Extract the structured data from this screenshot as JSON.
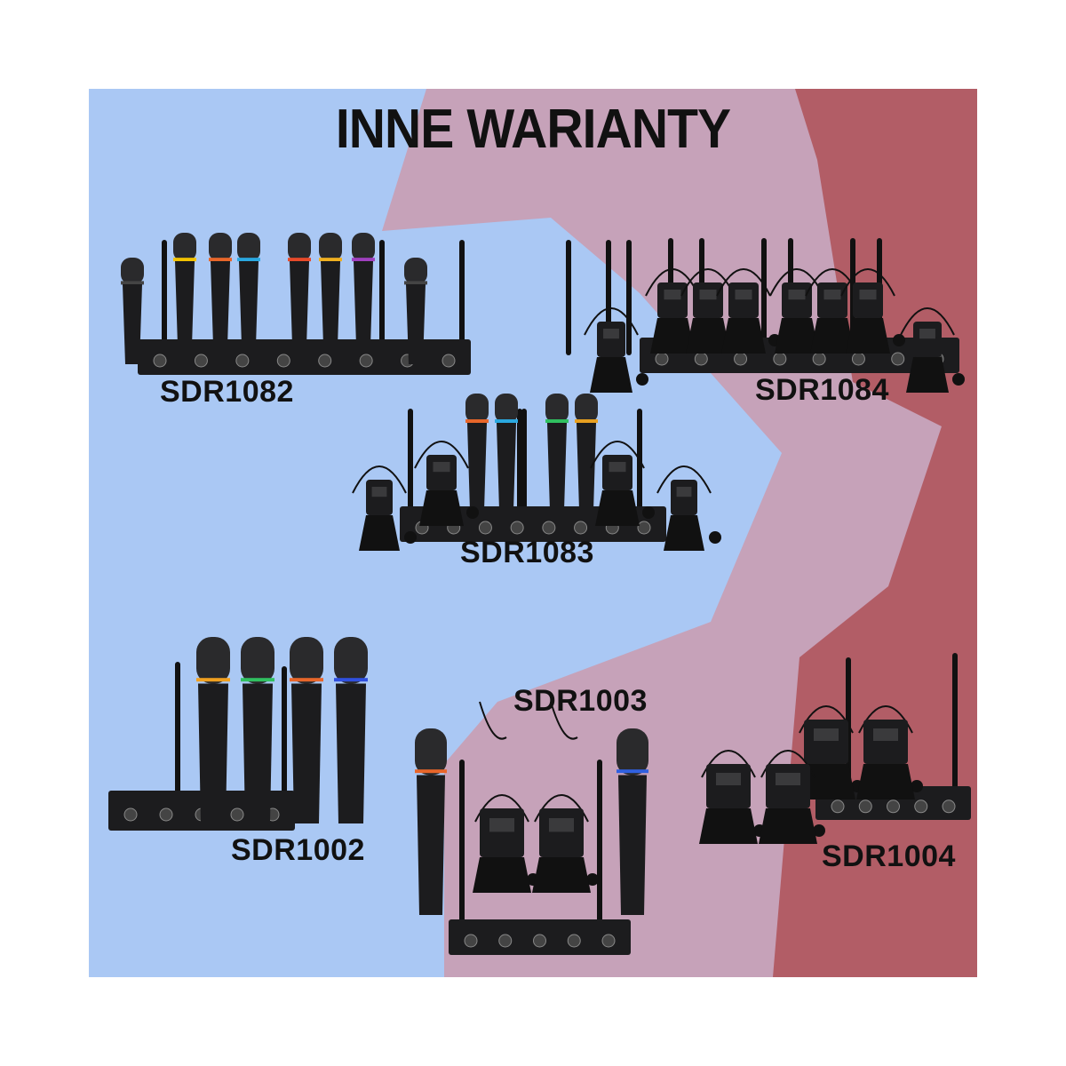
{
  "title": "INNE WARIANTY",
  "colors": {
    "blue": "#aac8f4",
    "pink": "#c6a2b9",
    "red": "#b25d66",
    "device": "#1c1c1e"
  },
  "products": [
    {
      "model": "SDR1082",
      "rings": [
        "#f2c200",
        "#e8662a",
        "#2aa8e0",
        "#e84a2a",
        "#f0b020",
        "#a040c0"
      ]
    },
    {
      "model": "SDR1084",
      "rings": []
    },
    {
      "model": "SDR1083",
      "rings": [
        "#e8662a",
        "#2aa8e0",
        "#30c060",
        "#e8a020"
      ]
    },
    {
      "model": "SDR1002",
      "rings": [
        "#f0a020",
        "#30c060",
        "#e8662a",
        "#3050e0"
      ]
    },
    {
      "model": "SDR1003",
      "rings": [
        "#e8662a",
        "#3060e0"
      ]
    },
    {
      "model": "SDR1004",
      "rings": []
    }
  ]
}
